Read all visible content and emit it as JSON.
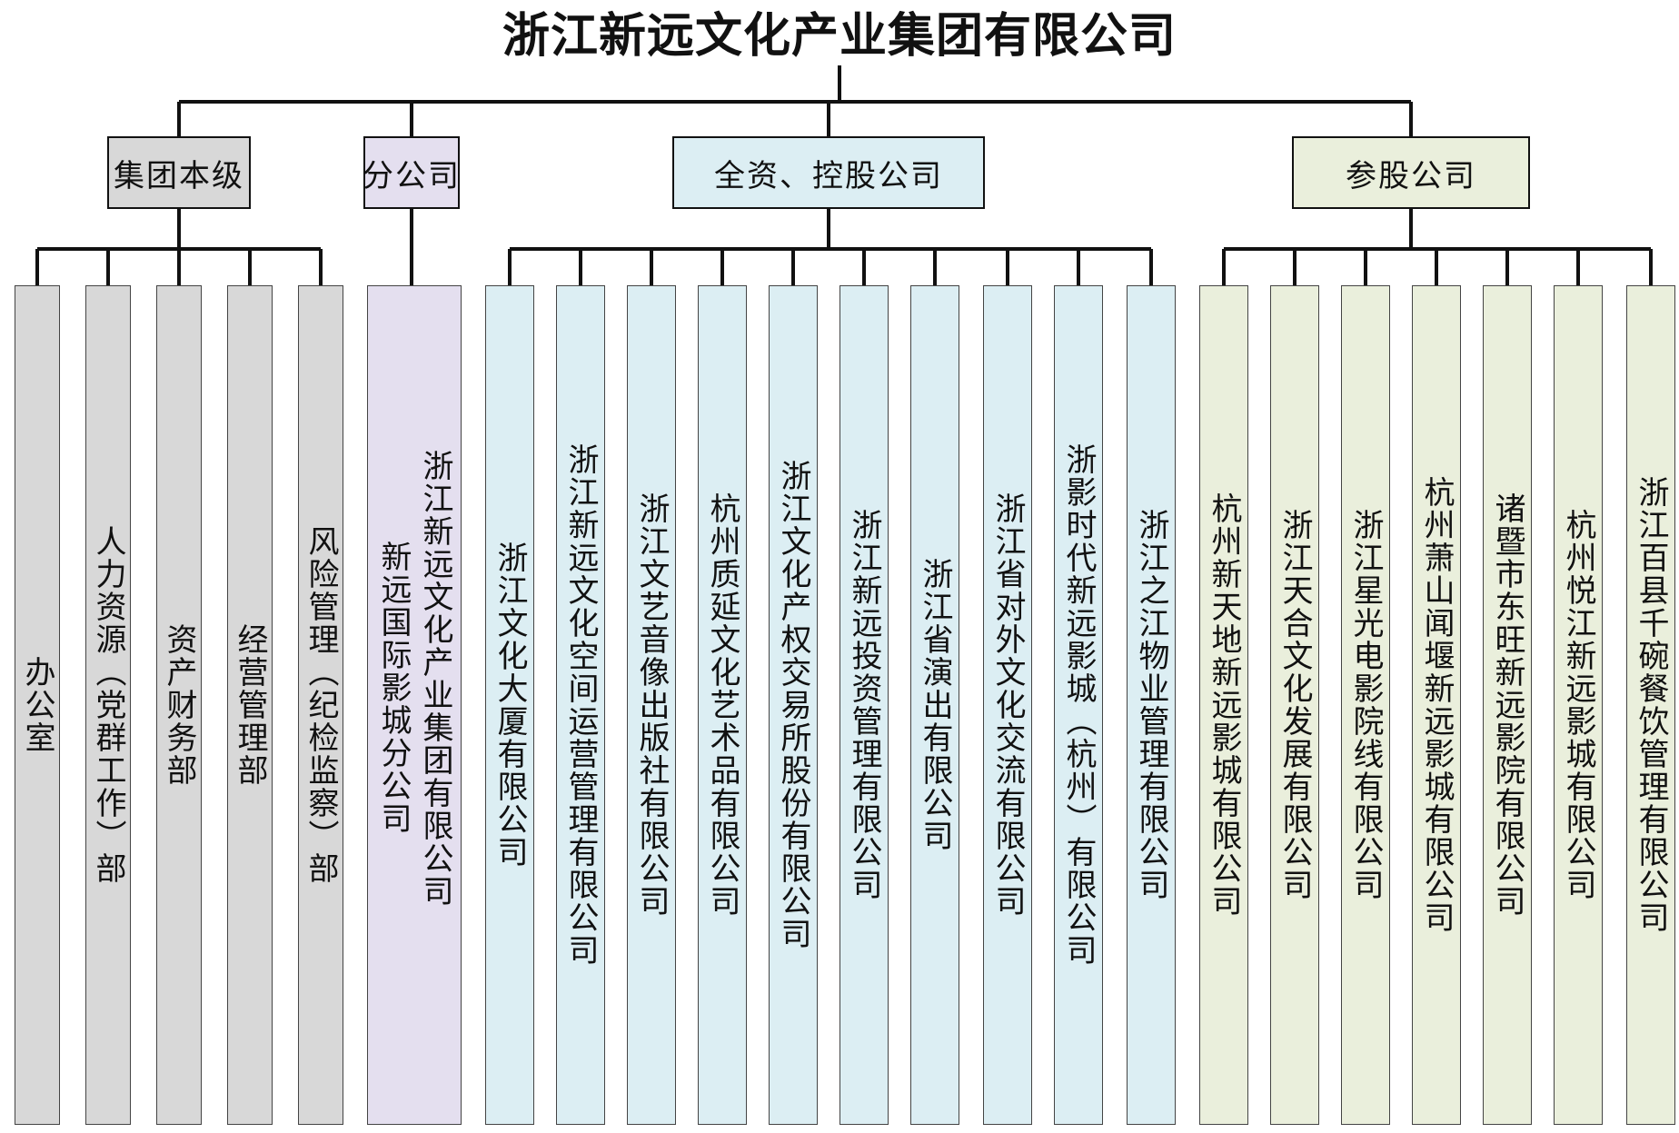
{
  "title": "浙江新远文化产业集团有限公司",
  "colors": {
    "level": "#d8d8d8",
    "branch": "#e4dfef",
    "wholly_owned": "#dceef3",
    "participating": "#eaefdc"
  },
  "groups": [
    {
      "id": "level",
      "label": "集团本级",
      "units": [
        "办公室",
        "人力资源（党群工作）部",
        "资产财务部",
        "经营管理部",
        "风险管理（纪检监察）部"
      ]
    },
    {
      "id": "branch",
      "label": "分公司",
      "units": [
        "新远国际影城分公司",
        "浙江新远文化产业集团有限公司"
      ]
    },
    {
      "id": "wholly_owned",
      "label": "全资、控股公司",
      "units": [
        "浙江文化大厦有限公司",
        "浙江新远文化空间运营管理有限公司",
        "浙江文艺音像出版社有限公司",
        "杭州质延文化艺术品有限公司",
        "浙江文化产权交易所股份有限公司",
        "浙江新远投资管理有限公司",
        "浙江省演出有限公司",
        "浙江省对外文化交流有限公司",
        "浙影时代新远影城（杭州）有限公司",
        "浙江之江物业管理有限公司"
      ]
    },
    {
      "id": "participating",
      "label": "参股公司",
      "units": [
        "杭州新天地新远影城有限公司",
        "浙江天合文化发展有限公司",
        "浙江星光电影院线有限公司",
        "杭州萧山闻堰新远影城有限公司",
        "诸暨市东旺新远影院有限公司",
        "杭州悦江新远影城有限公司",
        "浙江百县千碗餐饮管理有限公司"
      ]
    }
  ]
}
